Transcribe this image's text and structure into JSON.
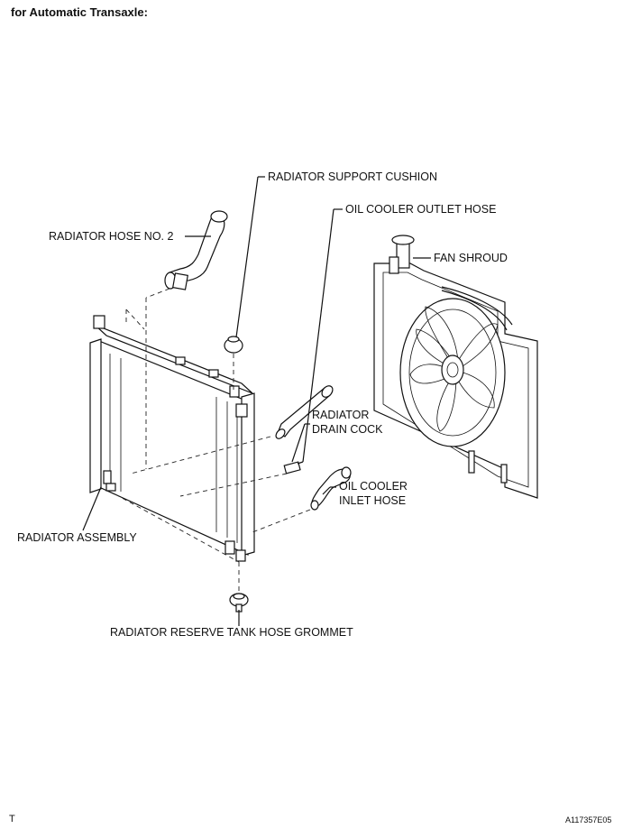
{
  "heading": "for Automatic Transaxle:",
  "labels": {
    "radiator_support_cushion": "RADIATOR SUPPORT CUSHION",
    "oil_cooler_outlet_hose": "OIL COOLER OUTLET HOSE",
    "radiator_hose_no2": "RADIATOR HOSE NO. 2",
    "fan_shroud": "FAN SHROUD",
    "radiator_drain_cock_1": "RADIATOR",
    "radiator_drain_cock_2": "DRAIN COCK",
    "oil_cooler_inlet_hose_1": "OIL COOLER",
    "oil_cooler_inlet_hose_2": "INLET HOSE",
    "radiator_assembly": "RADIATOR ASSEMBLY",
    "reserve_tank_hose_grommet": "RADIATOR RESERVE TANK HOSE GROMMET"
  },
  "footer": {
    "left_mark": "T",
    "figure_code": "A117357E05"
  }
}
